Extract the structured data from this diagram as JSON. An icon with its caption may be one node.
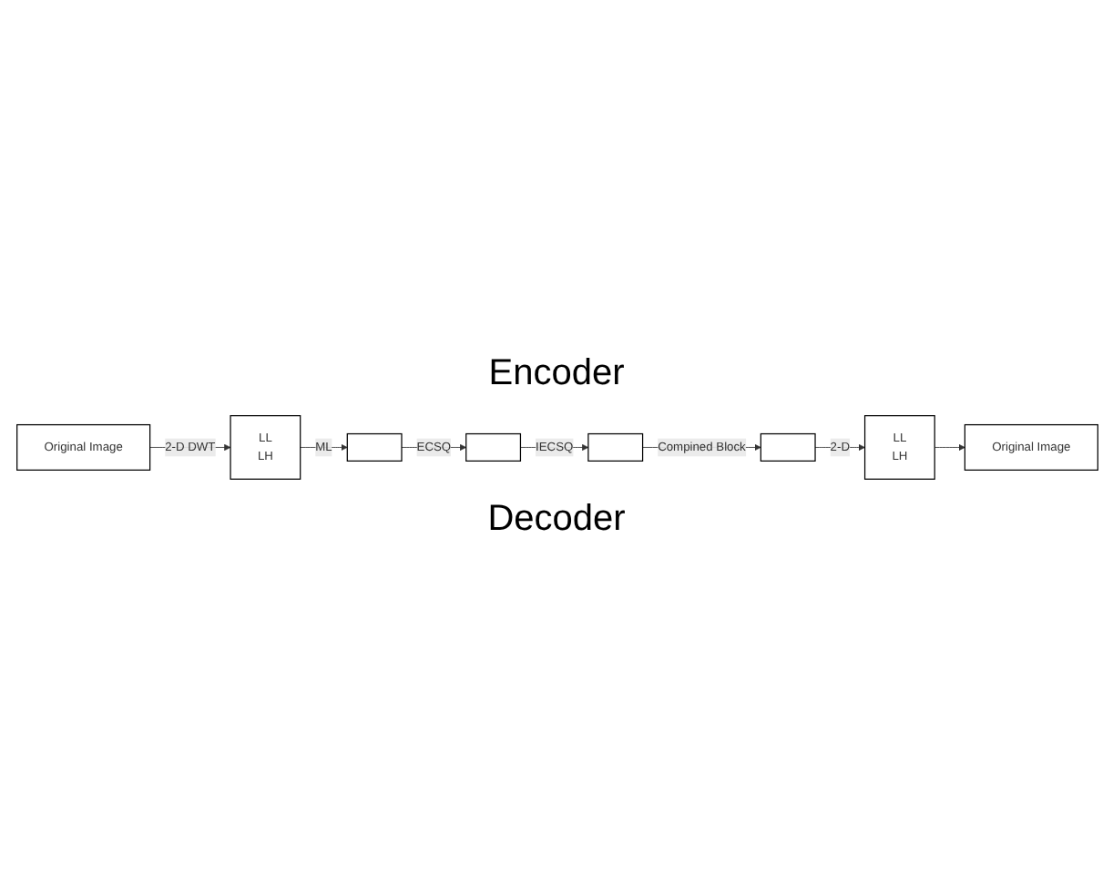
{
  "diagram": {
    "nodes": [
      {
        "text": [
          "Original Image"
        ]
      },
      {
        "text": [
          "LL",
          "LH"
        ]
      },
      {
        "text": [],
        "shape": "box"
      },
      {
        "text": [],
        "shape": "box"
      },
      {
        "text": [],
        "shape": "box"
      },
      {
        "text": [],
        "shape": "box"
      },
      {
        "text": [
          "LL",
          "LH"
        ]
      },
      {
        "text": [
          "Original Image"
        ]
      }
    ],
    "edges": [
      {
        "from": 0,
        "to": 1,
        "arrow": "to",
        "label": "2-D DWT"
      },
      {
        "from": 1,
        "to": 2,
        "arrow": "to",
        "label": "ML"
      },
      {
        "from": 2,
        "to": 3,
        "arrow": "to",
        "label": "ECSQ"
      },
      {
        "from": 3,
        "to": 4,
        "arrow": "to",
        "label": "IECSQ"
      },
      {
        "from": 4,
        "to": 5,
        "arrow": "to",
        "label": "Compined Block"
      },
      {
        "from": 5,
        "to": 6,
        "arrow": "to",
        "label": "2-D"
      },
      {
        "from": 6,
        "to": 7,
        "arrow": "to"
      }
    ],
    "labels": [
      "Encoder",
      "Decoder"
    ]
  }
}
